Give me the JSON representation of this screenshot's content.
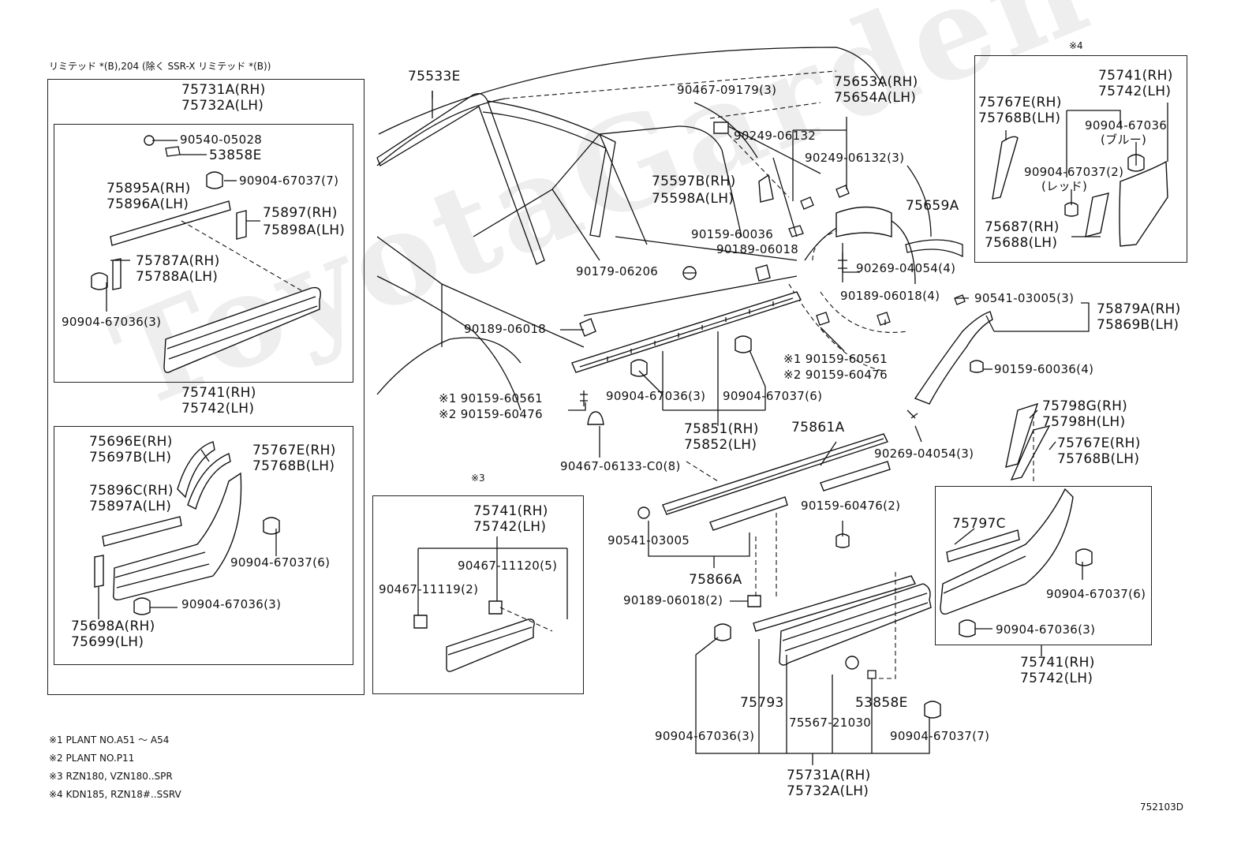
{
  "diagram": {
    "watermark": "ToyotaGarden",
    "top_left_header": "リミテッド *(B),204 (除く SSR-X リミテッド *(B))",
    "figure_code": "752103D",
    "refs": {
      "r3": "※3",
      "r4": "※4"
    },
    "footnotes": [
      "※1 PLANT NO.A51 ～ A54",
      "※2 PLANT NO.P11",
      "※3 RZN180, VZN180..SPR",
      "※4 KDN185, RZN18#..SSRV"
    ],
    "box1": {
      "title_rh": "75731A(RH)",
      "title_lh": "75732A(LH)",
      "p_90540": "90540-05028",
      "p_53858E": "53858E",
      "p_90904_67037_7": "90904-67037(7)",
      "p_75895A": "75895A(RH)",
      "p_75896A": "75896A(LH)",
      "p_75897": "75897(RH)",
      "p_75898A": "75898A(LH)",
      "p_75787A": "75787A(RH)",
      "p_75788A": "75788A(LH)",
      "p_90904_67036_3": "90904-67036(3)"
    },
    "box2": {
      "title_rh": "75741(RH)",
      "title_lh": "75742(LH)",
      "p_75696E": "75696E(RH)",
      "p_75697B": "75697B(LH)",
      "p_75767E": "75767E(RH)",
      "p_75768B": "75768B(LH)",
      "p_75896C": "75896C(RH)",
      "p_75897A": "75897A(LH)",
      "p_90904_67037_6": "90904-67037(6)",
      "p_90904_67036_3": "90904-67036(3)",
      "p_75698A": "75698A(RH)",
      "p_75699": "75699(LH)"
    },
    "box3": {
      "title_rh": "75741(RH)",
      "title_lh": "75742(LH)",
      "p_90467_11120": "90467-11120(5)",
      "p_90467_11119": "90467-11119(2)"
    },
    "box4": {
      "title_rh": "75741(RH)",
      "title_lh": "75742(LH)",
      "p_75767E": "75767E(RH)",
      "p_75768B": "75768B(LH)",
      "p_90904_67036": "90904-67036",
      "p_blue": "(ブルー)",
      "p_90904_67037_2": "90904-67037(2)",
      "p_red": "(レッド)",
      "p_75687": "75687(RH)",
      "p_75688": "75688(LH)"
    },
    "box5": {
      "p_75797C": "75797C",
      "p_90904_67037_6": "90904-67037(6)",
      "p_90904_67036_3": "90904-67036(3)",
      "title_rh": "75741(RH)",
      "title_lh": "75742(LH)"
    },
    "main": {
      "p_75533E": "75533E",
      "p_90467_09179": "90467-09179(3)",
      "p_75653A": "75653A(RH)",
      "p_75654A": "75654A(LH)",
      "p_90249_06132": "90249-06132",
      "p_90249_06132_3": "90249-06132(3)",
      "p_75597B": "75597B(RH)",
      "p_75598A": "75598A(LH)",
      "p_75659A": "75659A",
      "p_90159_60036": "90159-60036",
      "p_90189_06018_a": "90189-06018",
      "p_90179_06206": "90179-06206",
      "p_90269_04054_4": "90269-04054(4)",
      "p_90189_06018_4": "90189-06018(4)",
      "p_90541_03005_3": "90541-03005(3)",
      "p_75879A": "75879A(RH)",
      "p_75869B": "75869B(LH)",
      "p_90189_06018_b": "90189-06018",
      "p_n1_60561": "※1 90159-60561",
      "p_n2_60476": "※2 90159-60476",
      "p_90159_60036_4": "90159-60036(4)",
      "p_90904_67036_3": "90904-67036(3)",
      "p_90904_67037_6": "90904-67037(6)",
      "p_l_n1_60561": "※1 90159-60561",
      "p_l_n2_60476": "※2 90159-60476",
      "p_75851": "75851(RH)",
      "p_75852": "75852(LH)",
      "p_75861A": "75861A",
      "p_90269_04054_3": "90269-04054(3)",
      "p_75798G": "75798G(RH)",
      "p_75798H": "75798H(LH)",
      "p_75767E": "75767E(RH)",
      "p_75768B": "75768B(LH)",
      "p_90467_06133": "90467-06133-C0(8)",
      "p_90159_60476_2": "90159-60476(2)",
      "p_90541_03005": "90541-03005",
      "p_75866A": "75866A",
      "p_90189_06018_2": "90189-06018(2)",
      "p_75793": "75793",
      "p_53858E": "53858E",
      "p_75567_21030": "75567-21030",
      "p_90904_67036_3b": "90904-67036(3)",
      "p_90904_67037_7": "90904-67037(7)",
      "p_75731A": "75731A(RH)",
      "p_75732A": "75732A(LH)"
    }
  }
}
